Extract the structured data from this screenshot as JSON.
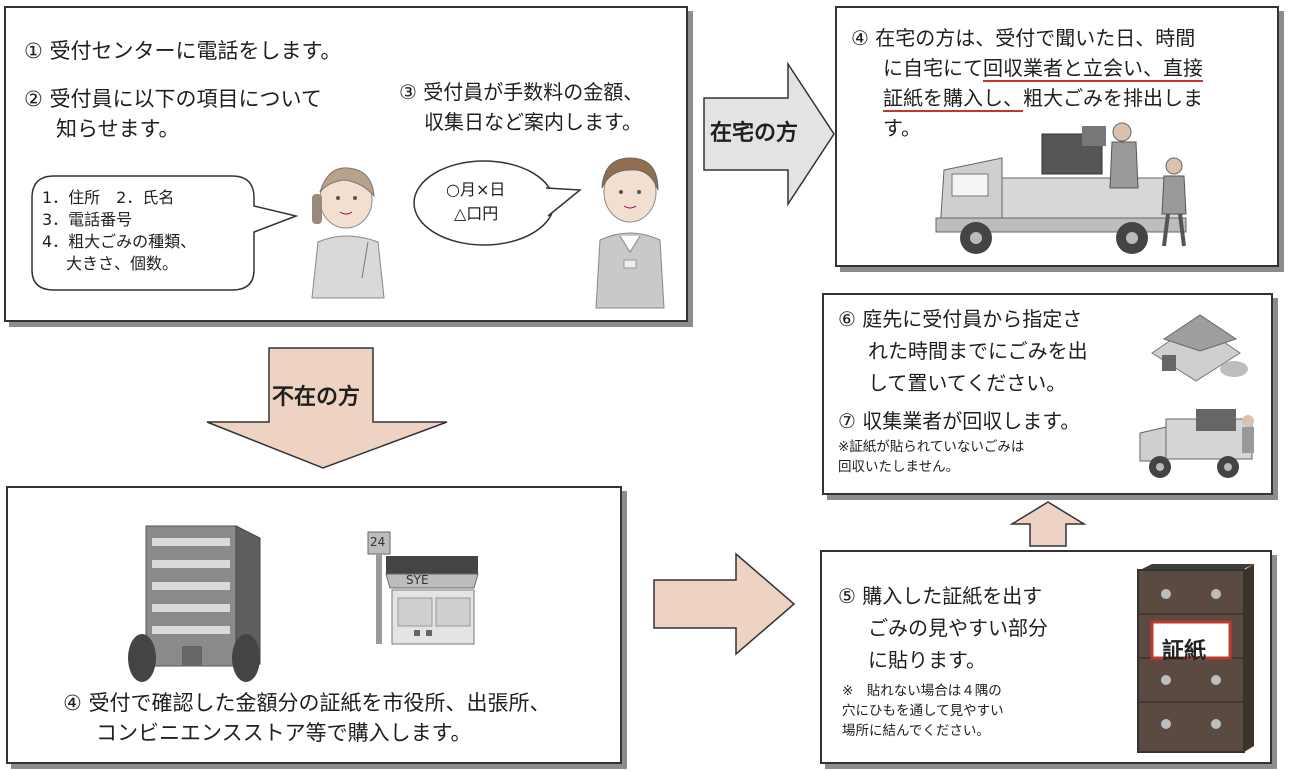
{
  "call_box": {
    "step1": "① 受付センターに電話をします。",
    "step2_line1": "② 受付員に以下の項目について",
    "step2_line2": "知らせます。",
    "step3_line1": "③ 受付員が手数料の金額、",
    "step3_line2": "収集日など案内します。",
    "caller_bubble": [
      "1．住所　2．氏名",
      "3．電話番号",
      "4．粗大ごみの種類、",
      "大きさ、個数。"
    ],
    "operator_bubble": [
      "○月×日",
      "△口円"
    ]
  },
  "arrows": {
    "home_label": "在宅の方",
    "absent_label": "不在の方"
  },
  "home_box": {
    "line1": "④ 在宅の方は、受付で聞いた日、時間",
    "line2_a": "に自宅にて",
    "line2_b": "回収業者と立会い、直接",
    "line3_a": "証紙を購入し、",
    "line3_b": "粗大ごみを排出しま",
    "line4": "す。"
  },
  "pickup_box": {
    "step6_line1": "⑥ 庭先に受付員から指定さ",
    "step6_line2": "れた時間までにごみを出",
    "step6_line3": "して置いてください。",
    "step7": "⑦ 収集業者が回収します。",
    "note_line1": "※証紙が貼られていないごみは",
    "note_line2": "回収いたしません。"
  },
  "purchase_box": {
    "store_sign": "24",
    "store_name": "SYE",
    "line1": "④ 受付で確認した金額分の証紙を市役所、出張所、",
    "line2": "コンビニエンスストア等で購入します。"
  },
  "sticker_box": {
    "step5_line1": "⑤ 購入した証紙を出す",
    "step5_line2": "ごみの見やすい部分",
    "step5_line3": "に貼ります。",
    "note_line1": "※　貼れない場合は４隅の",
    "note_line2": "穴にひもを通して見やすい",
    "note_line3": "場所に結んでください。",
    "sticker_label": "証紙"
  },
  "colors": {
    "arrow_fill": "#efd3c2",
    "arrow_fill_light": "#e3e3e3",
    "underline": "#c0392b",
    "box_shadow": "#8c8c8c"
  }
}
